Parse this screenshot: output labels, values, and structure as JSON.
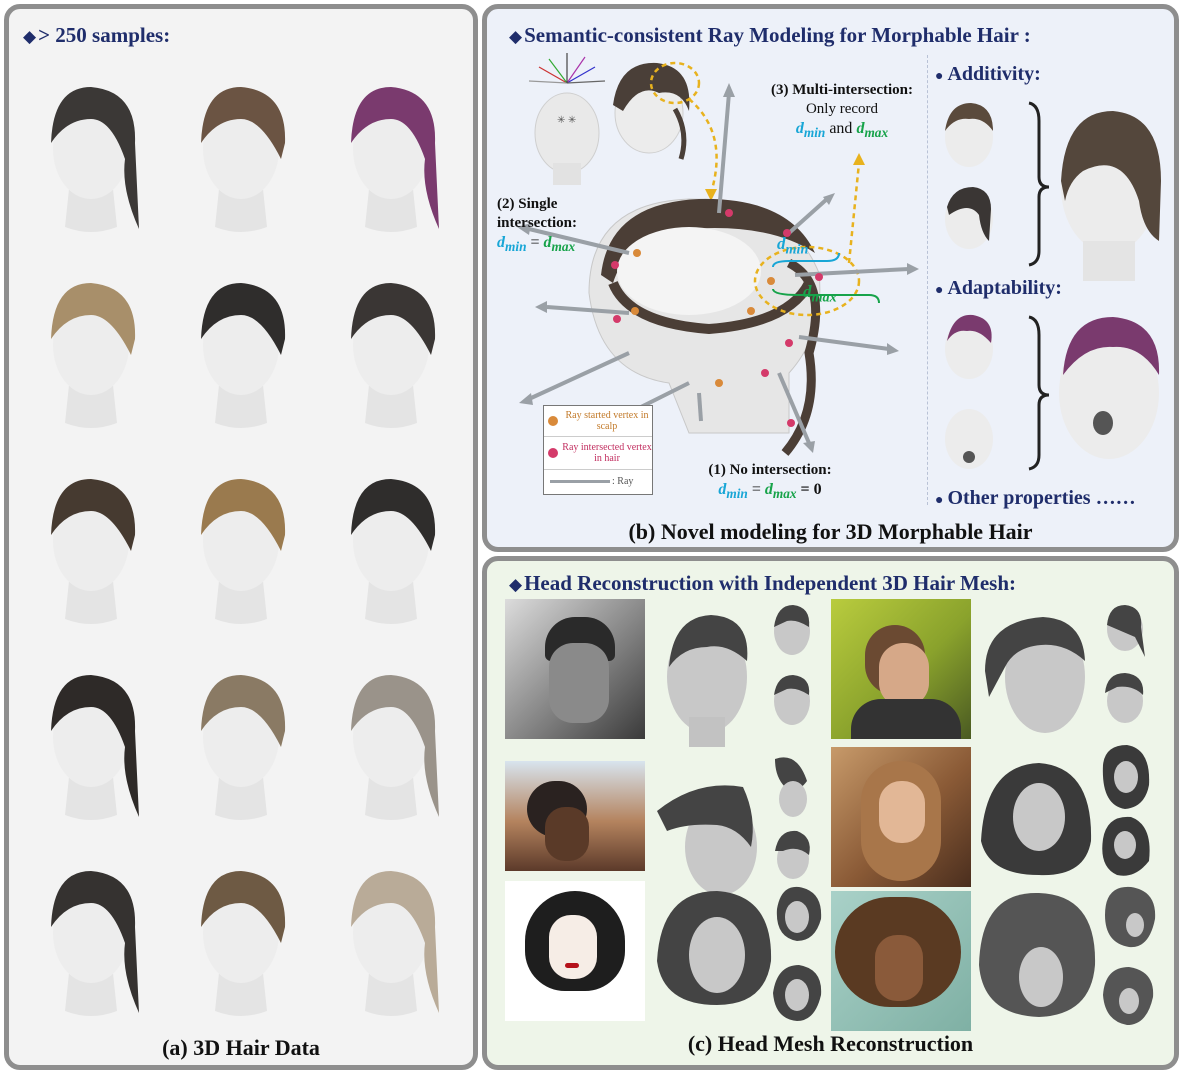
{
  "panel_a": {
    "title": "> 250 samples:",
    "caption": "(a) 3D Hair Data",
    "samples": [
      {
        "hair_color": "#3b3836"
      },
      {
        "hair_color": "#6b5443"
      },
      {
        "hair_color": "#7a3a6e"
      },
      {
        "hair_color": "#a88f6a"
      },
      {
        "hair_color": "#2f2d2c"
      },
      {
        "hair_color": "#3a3634"
      },
      {
        "hair_color": "#463a30"
      },
      {
        "hair_color": "#9a7a4e"
      },
      {
        "hair_color": "#2f2d2c"
      },
      {
        "hair_color": "#2e2a28"
      },
      {
        "hair_color": "#8a7a64"
      },
      {
        "hair_color": "#9a938a"
      },
      {
        "hair_color": "#353230"
      },
      {
        "hair_color": "#6e5a44"
      },
      {
        "hair_color": "#b9ab98"
      }
    ]
  },
  "panel_b": {
    "title": "Semantic-consistent Ray Modeling for Morphable Hair :",
    "caption": "(b) Novel modeling for 3D Morphable Hair",
    "multi_intersection": {
      "heading": "(3) Multi-intersection:",
      "line": "Only record",
      "dmin": "d",
      "sub_min": "min",
      "and": "and",
      "dmax": "d",
      "sub_max": "max"
    },
    "single_intersection": {
      "heading_1": "(2) Single",
      "heading_2": "intersection:",
      "dmin": "d",
      "sub_min": "min",
      "eq": "=",
      "dmax": "d",
      "sub_max": "max"
    },
    "no_intersection": {
      "heading": "(1) No intersection:",
      "dmin": "d",
      "sub_min": "min",
      "eq1": "=",
      "dmax": "d",
      "sub_max": "max",
      "eq2": "= 0"
    },
    "ray_label_min": {
      "d": "d",
      "sub": "min"
    },
    "ray_label_max": {
      "d": "d",
      "sub": "max"
    },
    "legend": {
      "started": "Ray started vertex in scalp",
      "intersected": "Ray intersected vertex in hair",
      "ray": ": Ray"
    },
    "properties": {
      "additivity": "Additivity:",
      "adaptability": "Adaptability:",
      "other": "Other properties ……"
    },
    "colors": {
      "cyan": "#18a6d6",
      "green": "#17a34a",
      "orange": "#e8b21e",
      "start_dot": "#d98a3a",
      "hit_dot": "#d43a6a"
    }
  },
  "panel_c": {
    "title": "Head Reconstruction with Independent 3D Hair Mesh:",
    "caption": "(c) Head Mesh Reconstruction"
  }
}
